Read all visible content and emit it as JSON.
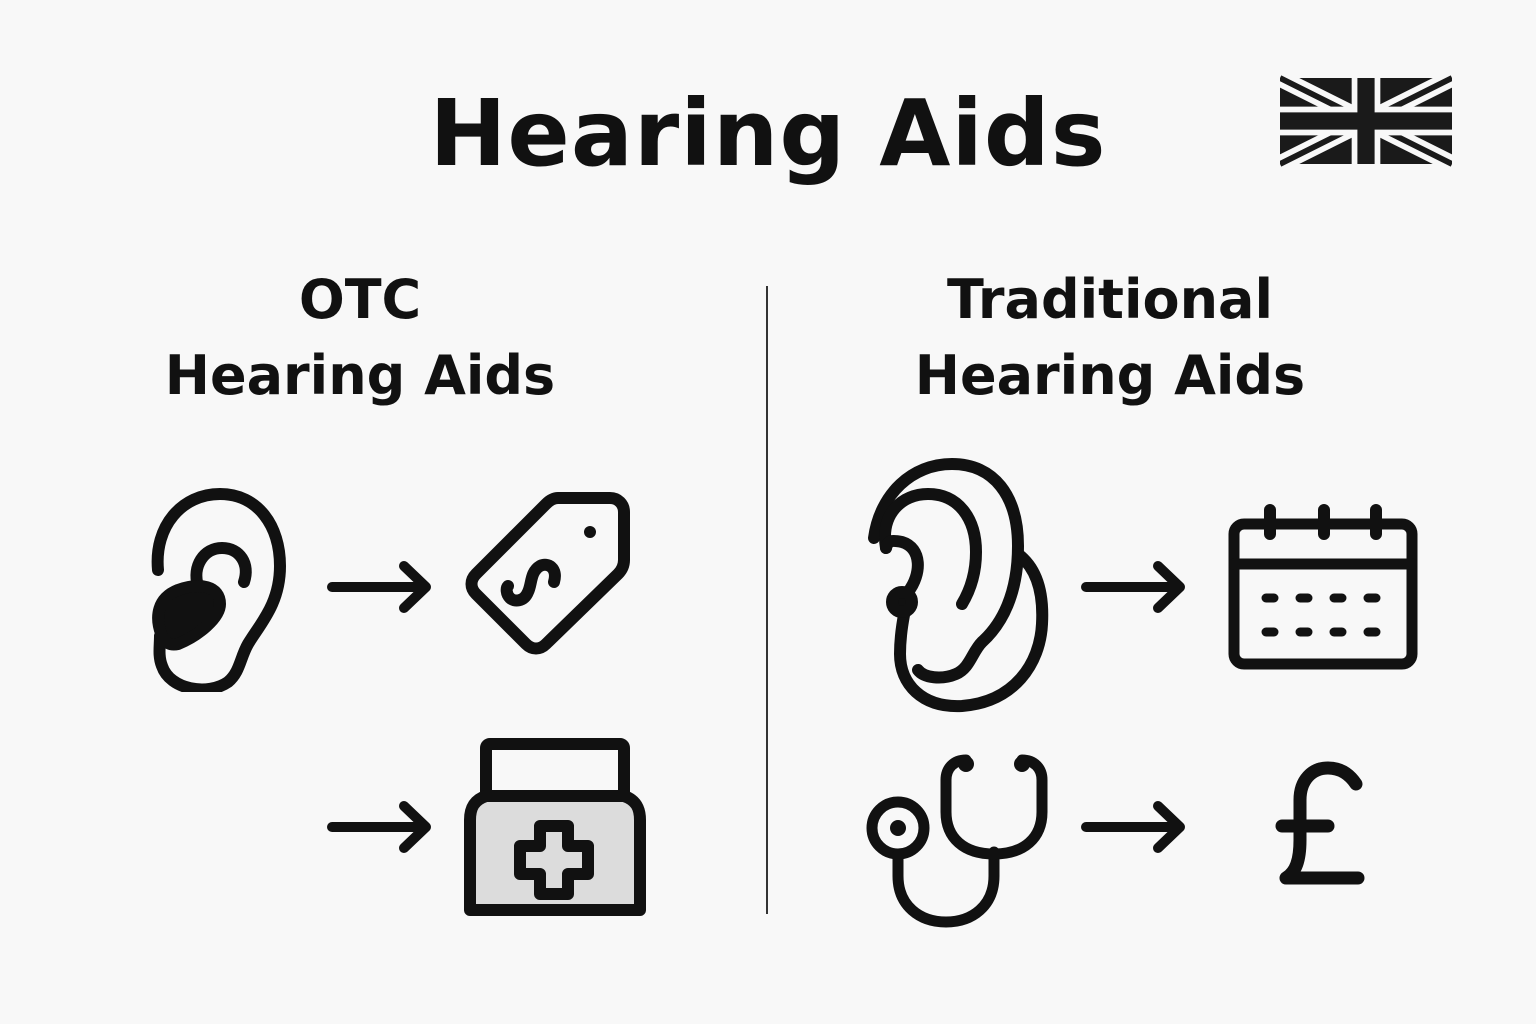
{
  "title": "Hearing Aids",
  "flag": {
    "name": "united-kingdom-flag",
    "color_scheme": "monochrome"
  },
  "columns": [
    {
      "id": "otc",
      "heading_line1": "OTC",
      "heading_line2": "Hearing Aids",
      "flows": [
        {
          "from": "ear-with-earbud-icon",
          "arrow": "arrow-right-icon",
          "to": "price-tag-dollar-icon",
          "tag_symbol": "$"
        },
        {
          "from": "",
          "arrow": "arrow-right-icon",
          "to": "pharmacy-medicine-box-icon"
        }
      ]
    },
    {
      "id": "traditional",
      "heading_line1": "Traditional",
      "heading_line2": "Hearing Aids",
      "flows": [
        {
          "from": "ear-with-hearing-aid-icon",
          "arrow": "arrow-right-icon",
          "to": "calendar-icon"
        },
        {
          "from": "stethoscope-icon",
          "arrow": "arrow-right-icon",
          "to": "pound-sign-icon",
          "currency_symbol": "£"
        }
      ]
    }
  ],
  "colors": {
    "background": "#f8f8f8",
    "ink": "#111111",
    "box_fill": "#dcdcdc",
    "divider": "#333333"
  }
}
